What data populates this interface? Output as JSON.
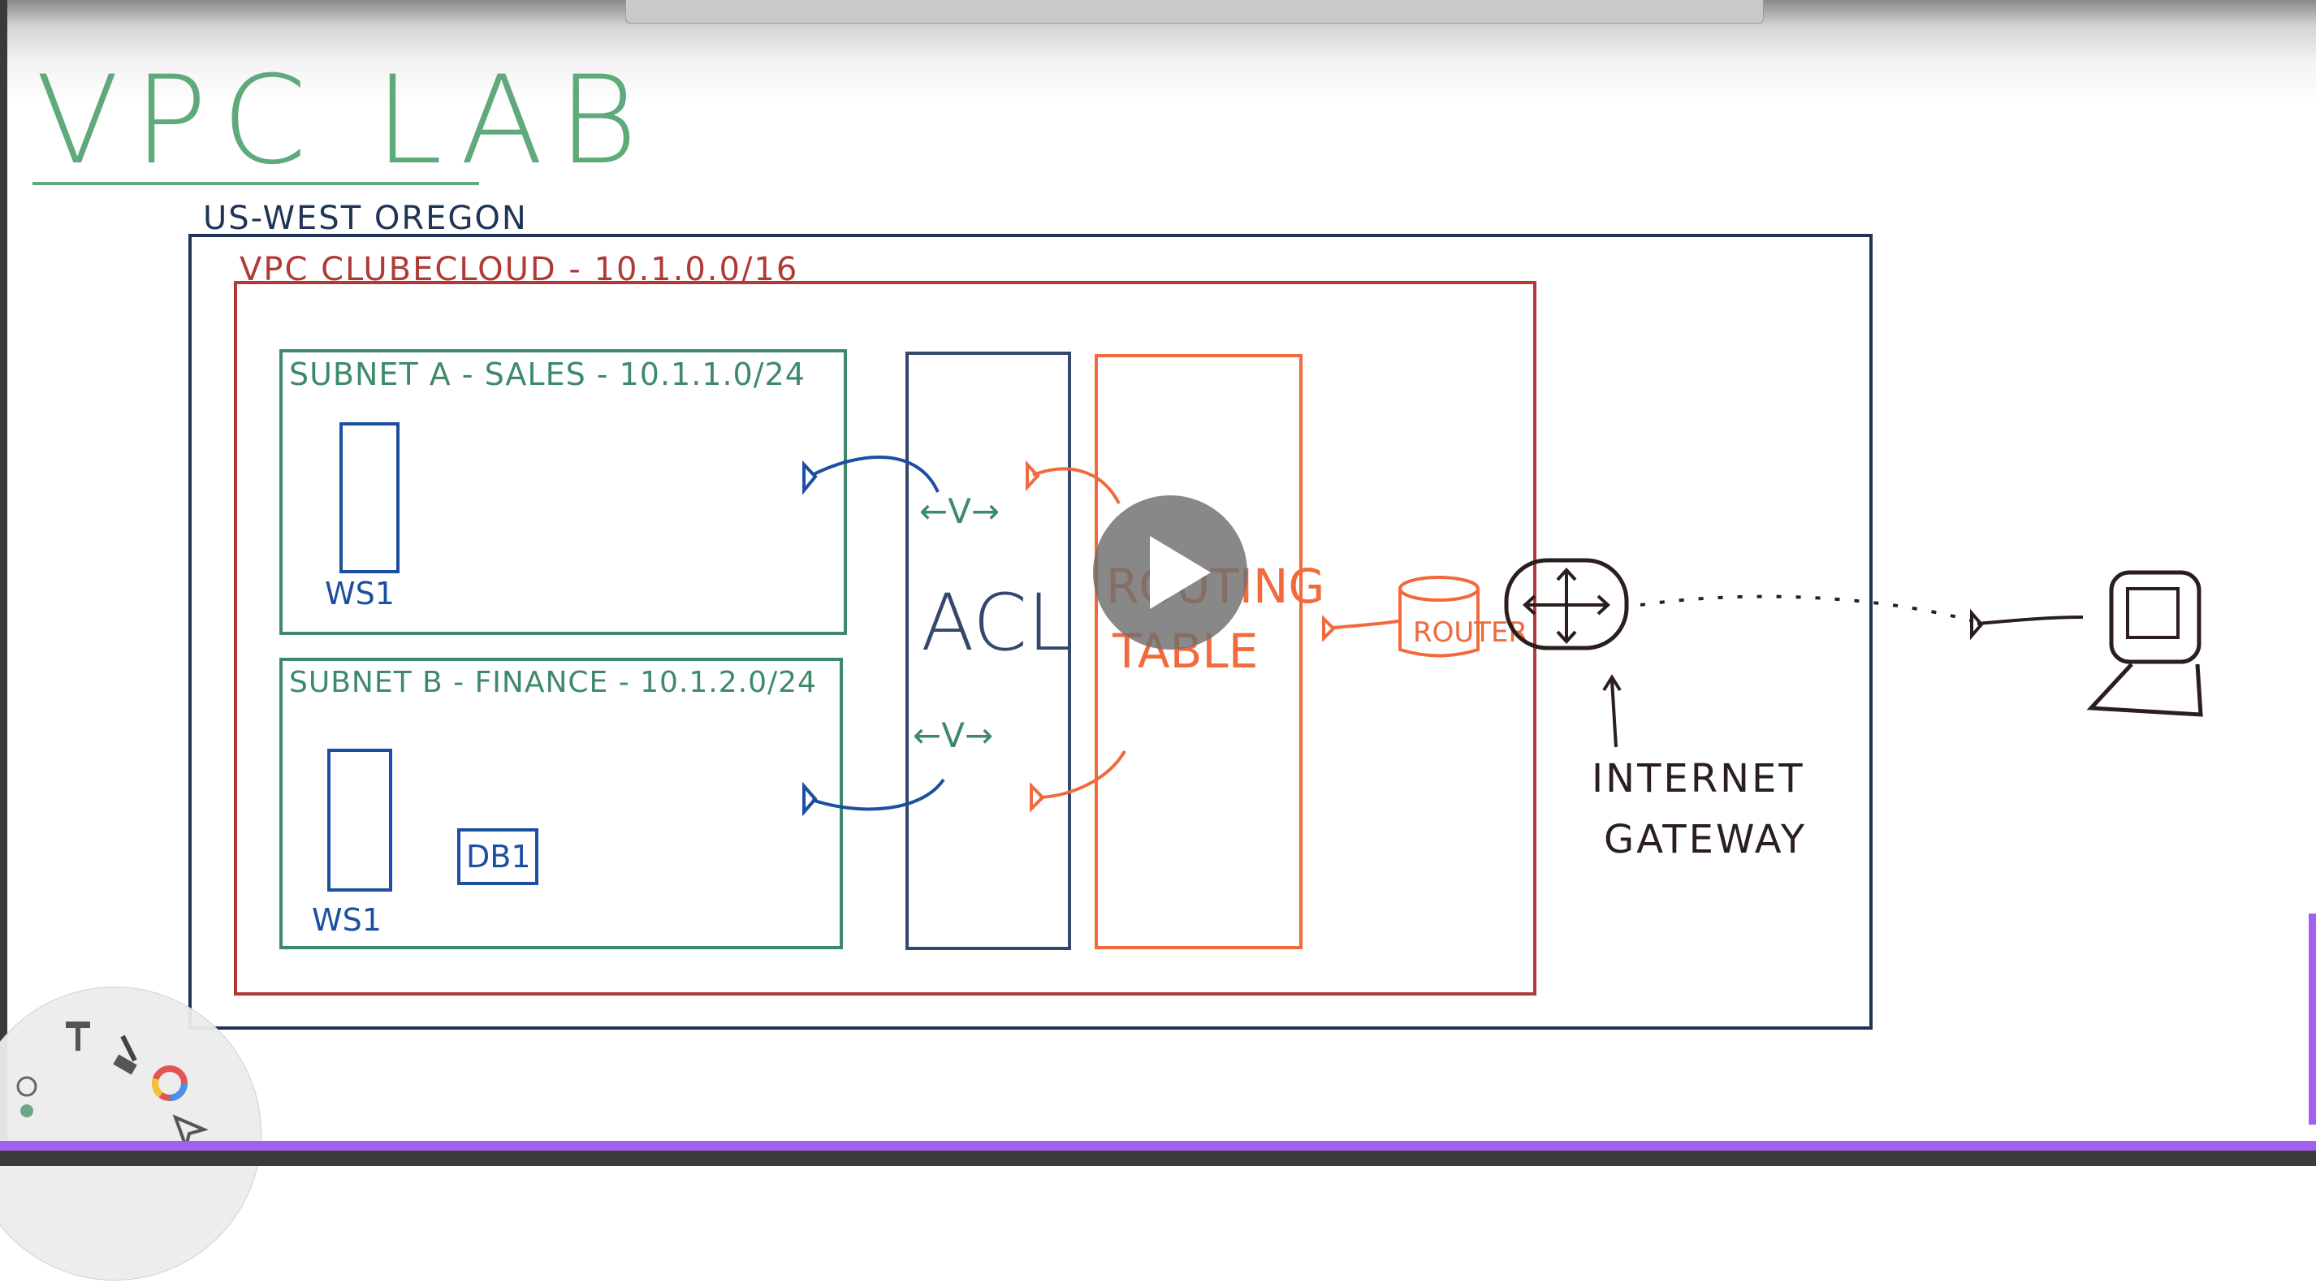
{
  "title": "VPC LAB",
  "region_label": "US-WEST OREGON",
  "vpc_label": "VPC CLUBECLOUD - 10.1.0.0/16",
  "subnets": [
    {
      "label": "SUBNET A - SALES - 10.1.1.0/24",
      "server": "WS1"
    },
    {
      "label": "SUBNET B - FINANCE - 10.1.2.0/24",
      "server": "WS1",
      "database": "DB1"
    }
  ],
  "acl": {
    "label": "ACL",
    "rules": [
      "←V→",
      "←V→"
    ]
  },
  "routing_table": {
    "label_line1": "ROUTING",
    "label_line2": "TABLE"
  },
  "router_label": "ROUTER",
  "gateway": {
    "line1": "INTERNET",
    "line2": "GATEWAY"
  },
  "colors": {
    "region": "#1f3556",
    "vpc": "#b03a36",
    "subnet": "#3d8a6a",
    "server": "#1d4fa0",
    "acl": "#34486b",
    "routing": "#f06a3c",
    "ink": "#2a1e1e",
    "accent": "#a35ff0"
  },
  "icons": [
    "play-icon",
    "router-icon",
    "internet-gateway-icon",
    "computer-icon",
    "brush-icon",
    "color-wheel-icon",
    "lock-icon",
    "select-arrow-icon"
  ]
}
